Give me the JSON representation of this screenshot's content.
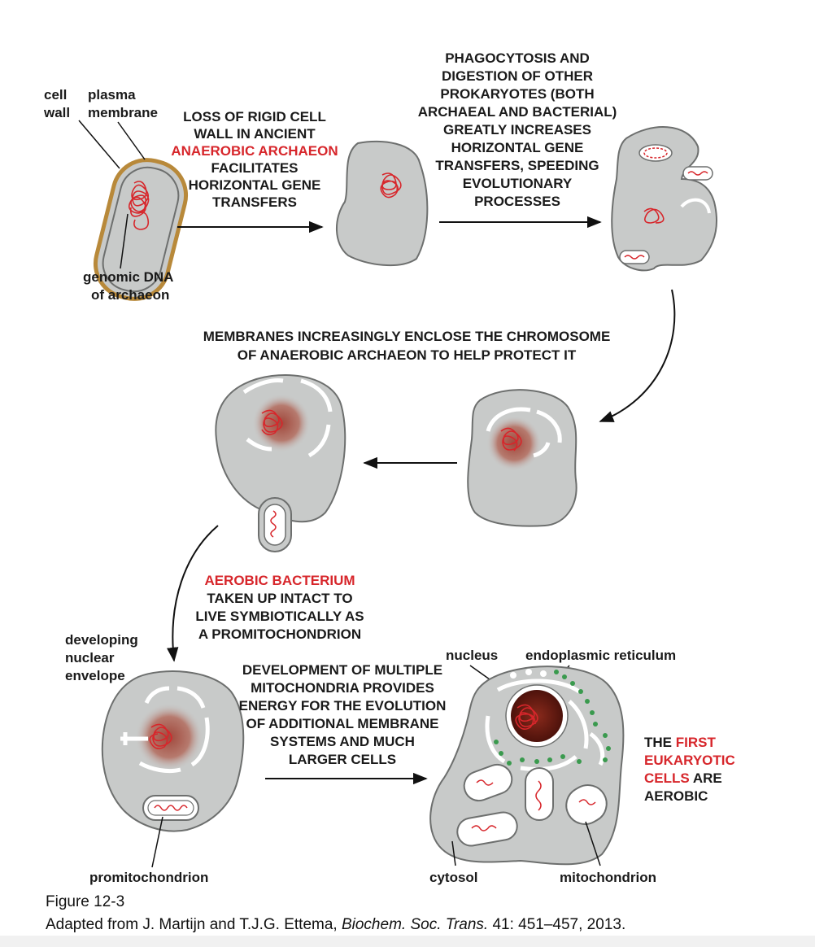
{
  "labels": {
    "cell_wall_1": "cell",
    "cell_wall_2": "wall",
    "plasma_1": "plasma",
    "plasma_2": "membrane",
    "genomic_1": "genomic DNA",
    "genomic_2": "of archaeon",
    "developing_1": "developing",
    "developing_2": "nuclear",
    "developing_3": "envelope",
    "promito": "promitochondrion",
    "nucleus": "nucleus",
    "er": "endoplasmic reticulum",
    "cytosol": "cytosol",
    "mito": "mitochondrion"
  },
  "steps": {
    "s1": [
      "LOSS OF RIGID CELL",
      "WALL IN ANCIENT",
      "ANAEROBIC ARCHAEON",
      "FACILITATES",
      "HORIZONTAL GENE",
      "TRANSFERS"
    ],
    "s2": [
      "PHAGOCYTOSIS AND",
      "DIGESTION OF OTHER",
      "PROKARYOTES (BOTH",
      "ARCHAEAL AND BACTERIAL)",
      "GREATLY INCREASES",
      "HORIZONTAL GENE",
      "TRANSFERS, SPEEDING",
      "EVOLUTIONARY",
      "PROCESSES"
    ],
    "s3": [
      "MEMBRANES INCREASINGLY ENCLOSE THE CHROMOSOME",
      "OF ANAEROBIC ARCHAEON TO HELP PROTECT IT"
    ],
    "s4": [
      "AEROBIC BACTERIUM",
      "TAKEN UP INTACT TO",
      "LIVE SYMBIOTICALLY AS",
      "A PROMITOCHONDRION"
    ],
    "s5": [
      "DEVELOPMENT OF MULTIPLE",
      "MITOCHONDRIA PROVIDES",
      "ENERGY FOR THE EVOLUTION",
      "OF ADDITIONAL MEMBRANE",
      "SYSTEMS AND MUCH",
      "LARGER CELLS"
    ],
    "s6_line1_a": "THE ",
    "s6_line1_b": "FIRST",
    "s6_line2": "EUKARYOTIC",
    "s6_line3_a": "CELLS",
    "s6_line3_b": " ARE",
    "s6_line4": "AEROBIC"
  },
  "caption": {
    "figure": "Figure 12-3",
    "source_a": "Adapted from J. Martijn and T.J.G. Ettema, ",
    "source_b": "Biochem. Soc. Trans.",
    "source_c": " 41: 451–457, 2013."
  },
  "colors": {
    "cell_fill": "#c8cac9",
    "cell_stroke": "#6d6f6e",
    "cell_wall": "#b8893a",
    "dna": "#d7262b",
    "accent_text": "#d7262b",
    "ribosome": "#3a9a4e",
    "nucleus_dark": "#6a1e14"
  }
}
